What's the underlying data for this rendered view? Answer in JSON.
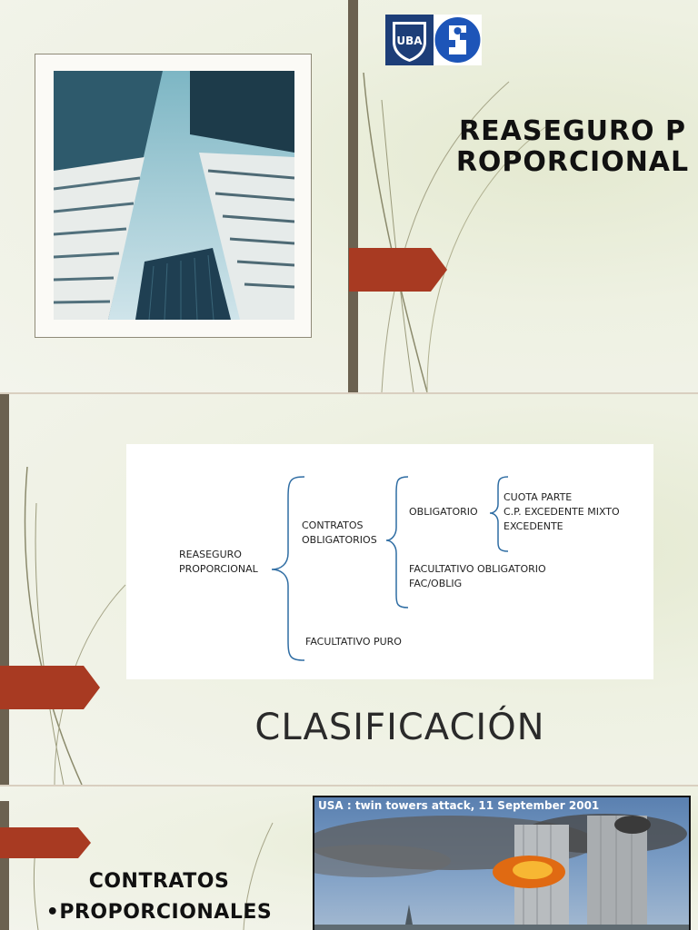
{
  "slide1": {
    "title": "REASEGURO PROPORCIONAL",
    "logos": {
      "uba_text": "UBA"
    },
    "photo": {
      "subject": "skyscrapers-looking-up"
    }
  },
  "slide2": {
    "title": "CLASIFICACIÓN",
    "diagram": {
      "root": "REASEGURO\nPROPORCIONAL",
      "contratos": "CONTRATOS\nOBLIGATORIOS",
      "obligatorio": "OBLIGATORIO",
      "obligatorio_items": "CUOTA PARTE\nC.P. EXCEDENTE MIXTO\nEXCEDENTE",
      "facultativo_obligatorio": "FACULTATIVO OBLIGATORIO\nFAC/OBLIG",
      "facultativo_puro": "FACULTATIVO PURO"
    }
  },
  "slide3": {
    "title_line1": "CONTRATOS",
    "title_line2": "•PROPORCIONALES",
    "photo_caption": "USA : twin towers attack, 11 September 2001"
  },
  "colors": {
    "accent_red": "#a83a22",
    "bar_brown": "#6b6150",
    "background": "#eef1e2"
  }
}
